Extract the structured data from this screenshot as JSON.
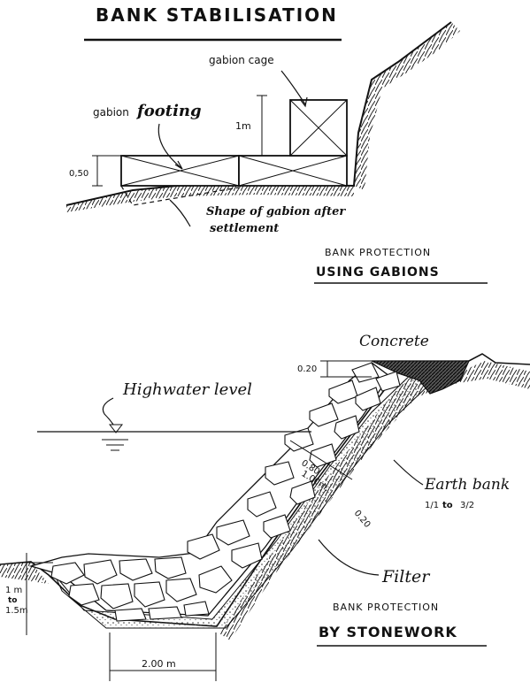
{
  "page_title": "BANK STABILISATION",
  "gabion_diagram": {
    "label_cage": "gabion cage",
    "label_footing_prefix": "gabion ",
    "label_footing_word": "footing",
    "dim_height": "1m",
    "dim_footing": "0,50",
    "settlement_line1": "Shape of gabion after",
    "settlement_line2": "settlement",
    "caption_line1": "BANK PROTECTION",
    "caption_line2": "USING GABIONS"
  },
  "stonework_diagram": {
    "label_concrete": "Concrete",
    "dim_concrete": "0.20",
    "label_highwater": "Highwater level",
    "dim_thickness_a": "0.80",
    "dim_thickness_b": "1.00m.",
    "dim_filter": "0.20",
    "label_earth_bank": "Earth bank",
    "earth_bank_slope_a": "1/1",
    "earth_bank_slope_to": "to",
    "earth_bank_slope_b": "3/2",
    "label_filter": "Filter",
    "dim_depth_a": "1 m",
    "dim_depth_to": "to",
    "dim_depth_b": "1.5m",
    "dim_base_width": "2.00 m",
    "caption_line1": "BANK PROTECTION",
    "caption_line2": "BY STONEWORK"
  }
}
